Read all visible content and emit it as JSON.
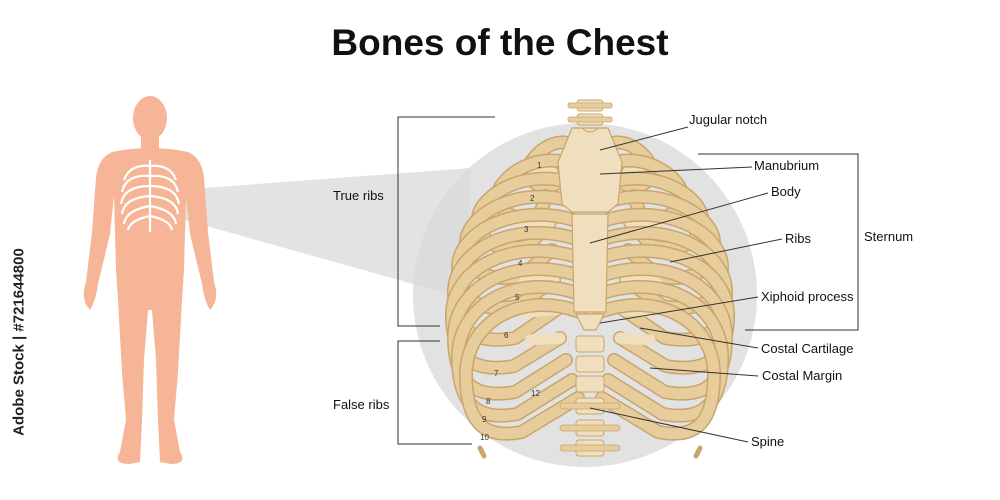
{
  "title": "Bones of the Chest",
  "labels": {
    "jugular_notch": "Jugular notch",
    "manubrium": "Manubrium",
    "body": "Body",
    "ribs": "Ribs",
    "sternum": "Sternum",
    "xiphoid_process": "Xiphoid process",
    "costal_cartilage": "Costal Cartilage",
    "costal_margin": "Costal Margin",
    "spine": "Spine",
    "true_ribs": "True ribs",
    "false_ribs": "False ribs"
  },
  "rib_numbers": [
    "1",
    "2",
    "3",
    "4",
    "5",
    "6",
    "7",
    "8",
    "9",
    "10",
    "12"
  ],
  "watermark": "Adobe Stock | #721644800",
  "colors": {
    "skin": "#F6B596",
    "bone": "#E7CD9C",
    "bone_dark": "#C9A56C",
    "cartilage": "#F0DFBE",
    "background_circle": "#E2E2E2",
    "rib_cavity": "#A8834F"
  }
}
